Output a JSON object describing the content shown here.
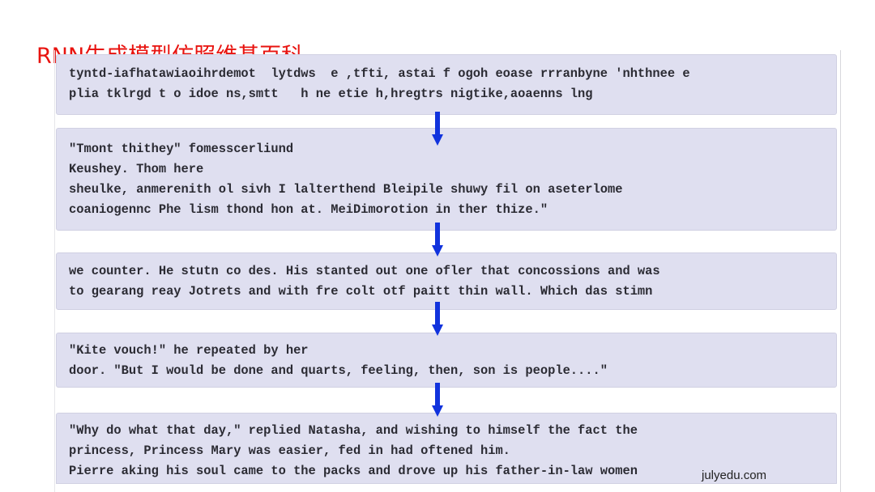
{
  "slide": {
    "title": "RNN生成模型仿照维基百科",
    "title_color": "#e8130f",
    "box_background": "#dfdff0",
    "arrow_color": "#1133dd",
    "watermark": "julyedu.com"
  },
  "samples": [
    {
      "lines": [
        "tyntd-iafhatawiaoihrdemot  lytdws  e ,tfti, astai f ogoh eoase rrranbyne 'nhthnee e",
        "plia tklrgd t o idoe ns,smtt   h ne etie h,hregtrs nigtike,aoaenns lng"
      ]
    },
    {
      "lines": [
        "\"Tmont thithey\" fomesscerliund",
        "Keushey. Thom here",
        "sheulke, anmerenith ol sivh I lalterthend Bleipile shuwy fil on aseterlome",
        "coaniogennc Phe lism thond hon at. MeiDimorotion in ther thize.\""
      ]
    },
    {
      "lines": [
        "we counter. He stutn co des. His stanted out one ofler that concossions and was",
        "to gearang reay Jotrets and with fre colt otf paitt thin wall. Which das stimn"
      ]
    },
    {
      "lines": [
        "\"Kite vouch!\" he repeated by her",
        "door. \"But I would be done and quarts, feeling, then, son is people....\""
      ]
    },
    {
      "lines": [
        "\"Why do what that day,\" replied Natasha, and wishing to himself the fact the",
        "princess, Princess Mary was easier, fed in had oftened him.",
        "Pierre aking his soul came to the packs and drove up his father-in-law women"
      ]
    }
  ]
}
